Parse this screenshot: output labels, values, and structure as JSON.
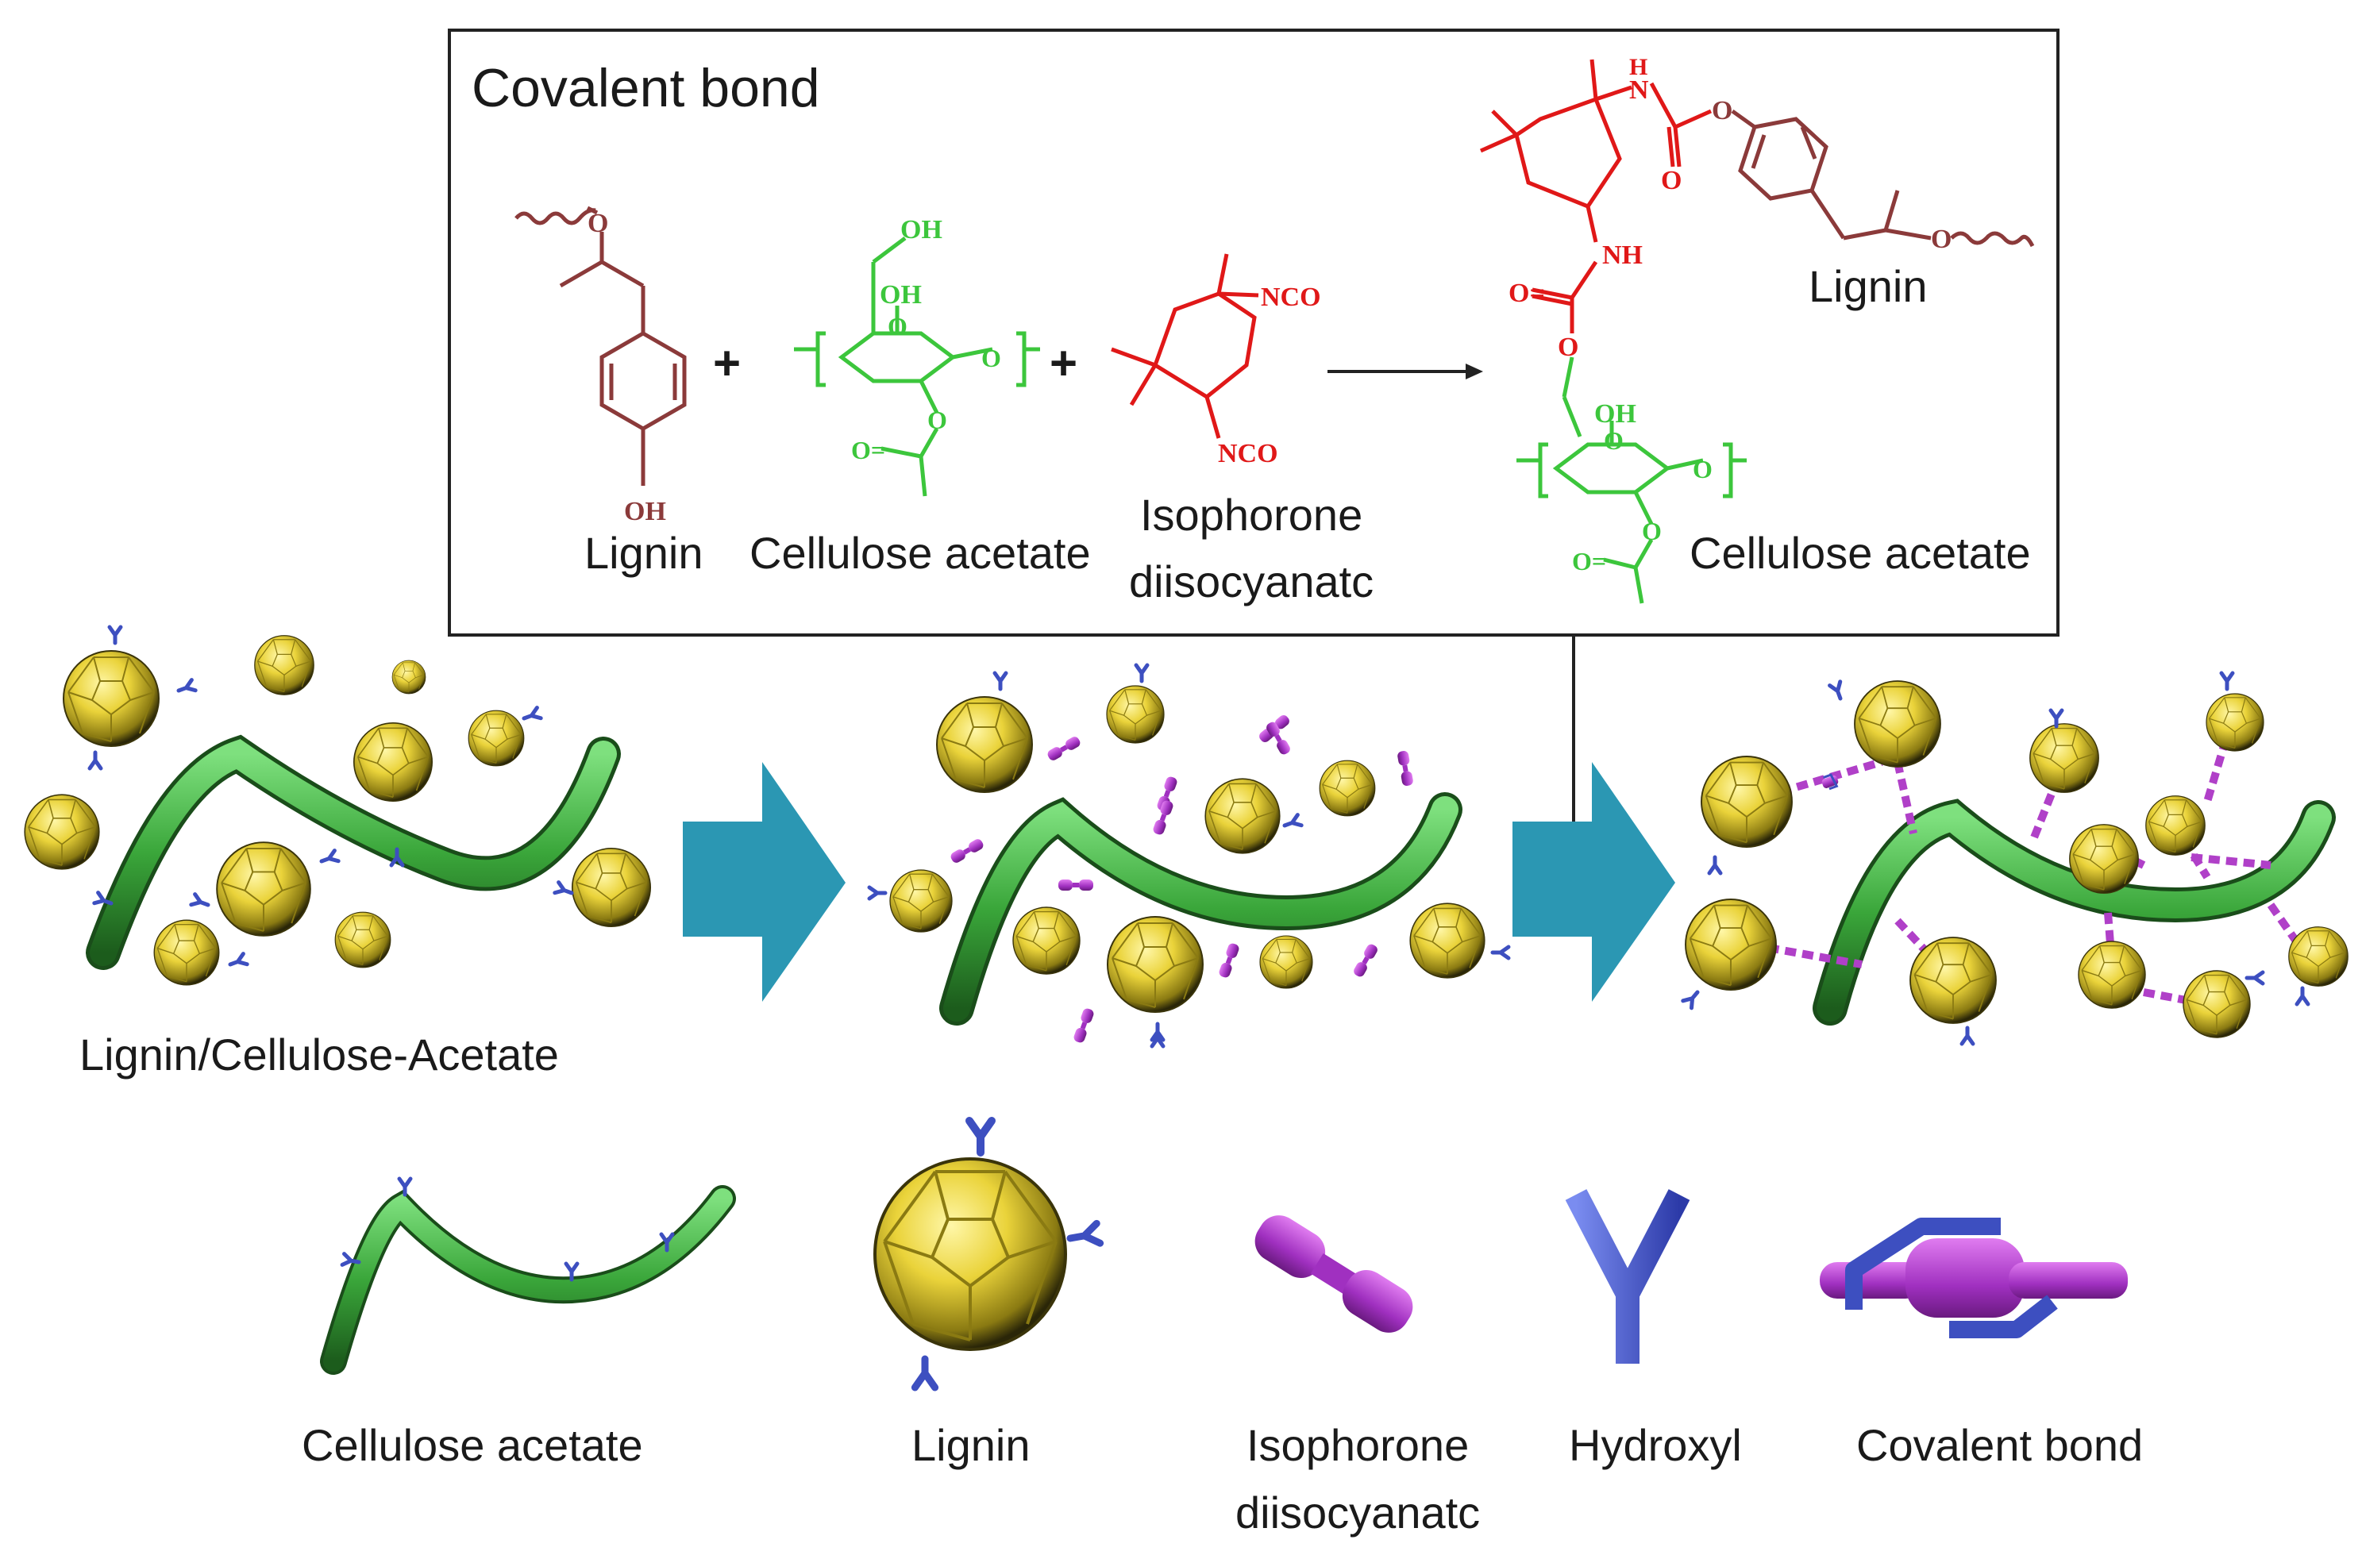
{
  "reaction_box": {
    "title": "Covalent bond",
    "reactant_lignin": "Lignin",
    "reactant_cellulose": "Cellulose acetate",
    "reactant_ipdi_line1": "Isophorone",
    "reactant_ipdi_line2": "diisocyanatc",
    "product_lignin": "Lignin",
    "product_cellulose": "Cellulose acetate",
    "plus_sign": "+",
    "chem_labels": {
      "oh": "OH",
      "o": "O",
      "nco": "NCO",
      "nh": "NH",
      "h": "H",
      "n": "N",
      "o_double": "O",
      "o_eq": "O="
    }
  },
  "stages": {
    "stage1_label": "Lignin/Cellulose-Acetate"
  },
  "legend": {
    "cellulose": "Cellulose acetate",
    "lignin": "Lignin",
    "ipdi_line1": "Isophorone",
    "ipdi_line2": "diisocyanatc",
    "hydroxyl": "Hydroxyl",
    "covalent": "Covalent bond"
  },
  "colors": {
    "lignin_structure": "#8b3a3a",
    "cellulose_structure": "#3cc63c",
    "ipdi_structure": "#e01818",
    "fiber": "#3da83d",
    "sphere": "#e8d23a",
    "hydroxyl": "#4a5ccf",
    "ipdi_molecule": "#b040c8",
    "arrow": "#2b97b3"
  }
}
